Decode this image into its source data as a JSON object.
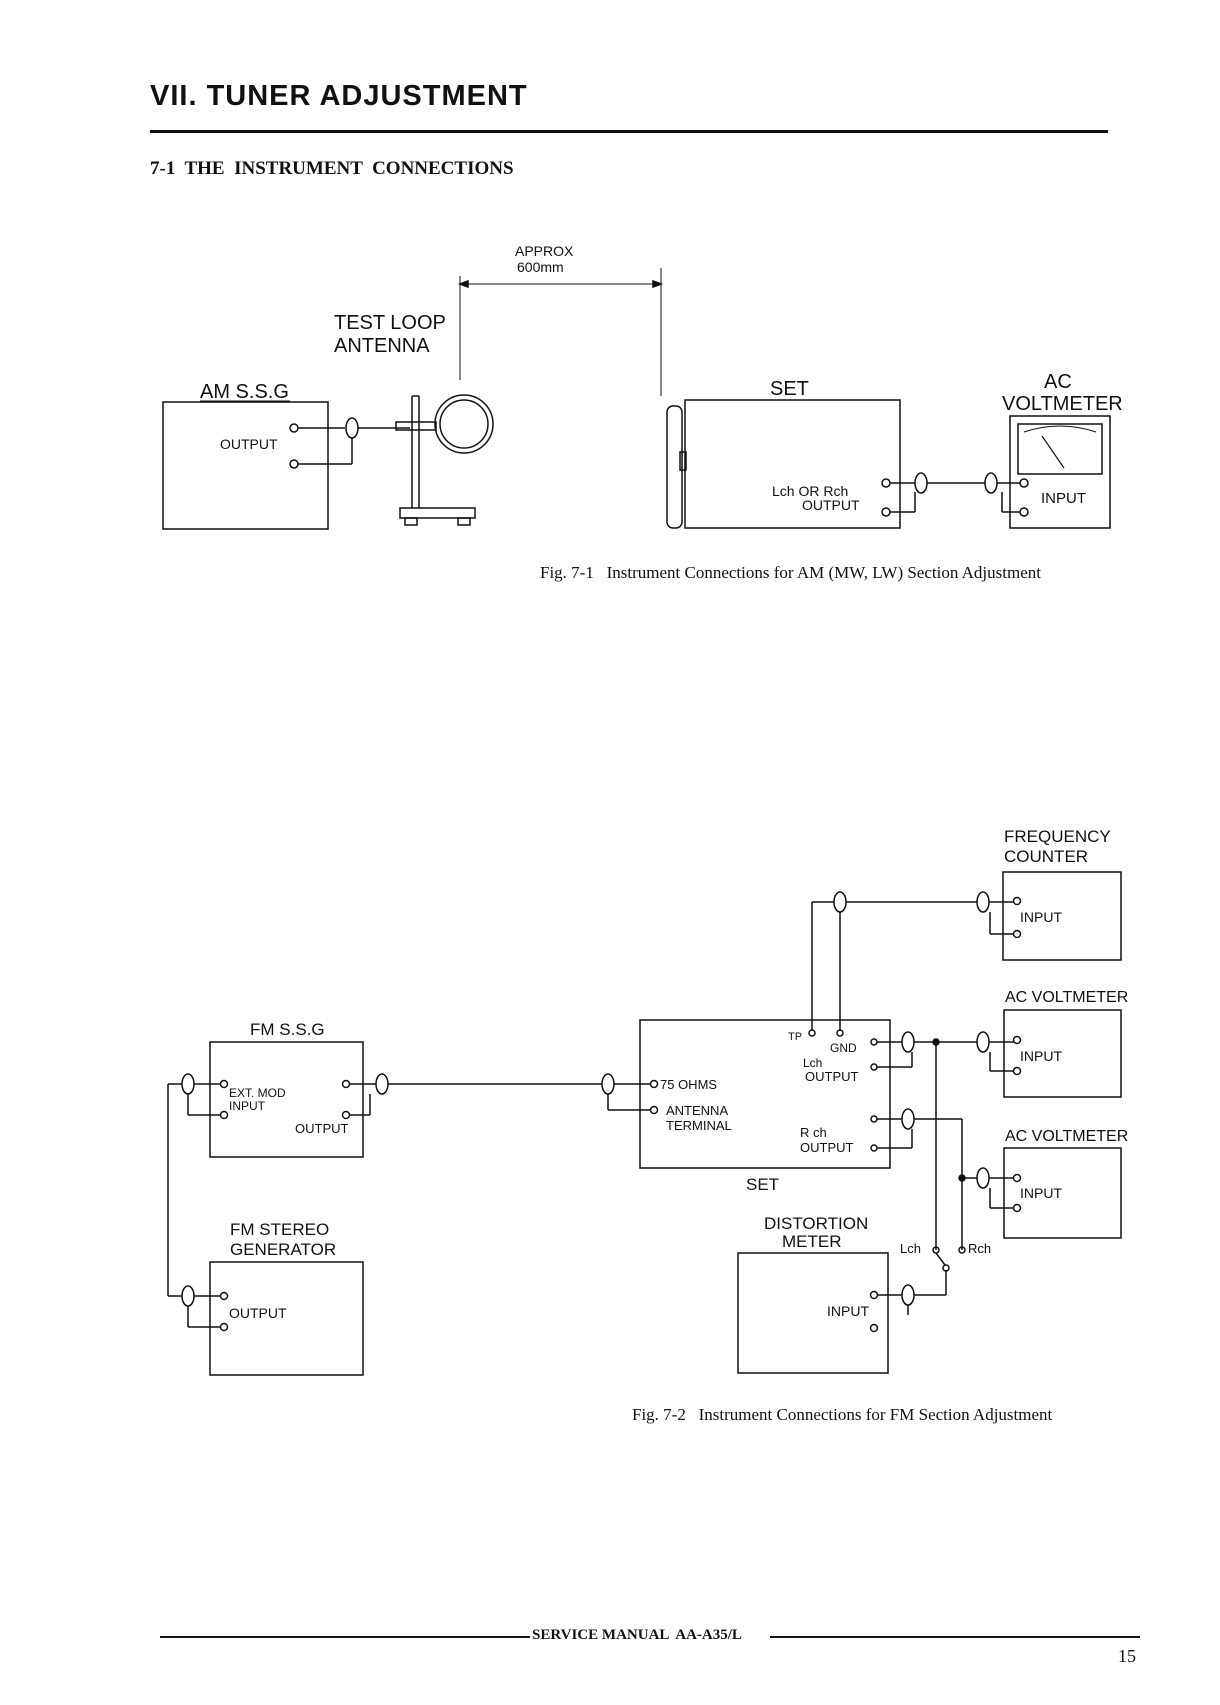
{
  "section": {
    "title": "VII. TUNER ADJUSTMENT",
    "subtitle": "7-1  THE  INSTRUMENT  CONNECTIONS"
  },
  "fig1": {
    "approx": "APPROX",
    "distance": "600mm",
    "test_loop_1": "TEST LOOP",
    "test_loop_2": "ANTENNA",
    "am_ssg": "AM S.S.G",
    "output": "OUTPUT",
    "set": "SET",
    "ac_1": "AC",
    "ac_2": "VOLTMETER",
    "lch_or_rch": "Lch OR Rch",
    "set_output": "OUTPUT",
    "input": "INPUT",
    "caption": "Fig. 7-1   Instrument Connections for AM (MW, LW) Section Adjustment"
  },
  "fig2": {
    "freq_counter_1": "FREQUENCY",
    "freq_counter_2": "COUNTER",
    "fc_input": "INPUT",
    "ac_voltmeter_a": "AC VOLTMETER",
    "acv_a_input": "INPUT",
    "ac_voltmeter_b": "AC VOLTMETER",
    "acv_b_input": "INPUT",
    "fm_ssg": "FM S.S.G",
    "ext_mod_1": "EXT. MOD",
    "ext_mod_2": "INPUT",
    "ssg_output": "OUTPUT",
    "tp": "TP",
    "gnd": "GND",
    "lch": "Lch",
    "lch_output": "OUTPUT",
    "ohms": "75 OHMS",
    "antenna_1": "ANTENNA",
    "antenna_2": "TERMINAL",
    "rch": "R ch",
    "rch_output": "OUTPUT",
    "set": "SET",
    "fm_stereo_1": "FM STEREO",
    "fm_stereo_2": "GENERATOR",
    "gen_output": "OUTPUT",
    "distortion_1": "DISTORTION",
    "distortion_2": "METER",
    "dist_input": "INPUT",
    "sw_lch": "Lch",
    "sw_rch": "Rch",
    "caption": "Fig. 7-2   Instrument Connections for FM Section Adjustment"
  },
  "footer": {
    "manual": "SERVICE MANUAL  AA-A35/L",
    "page_number": "15"
  }
}
